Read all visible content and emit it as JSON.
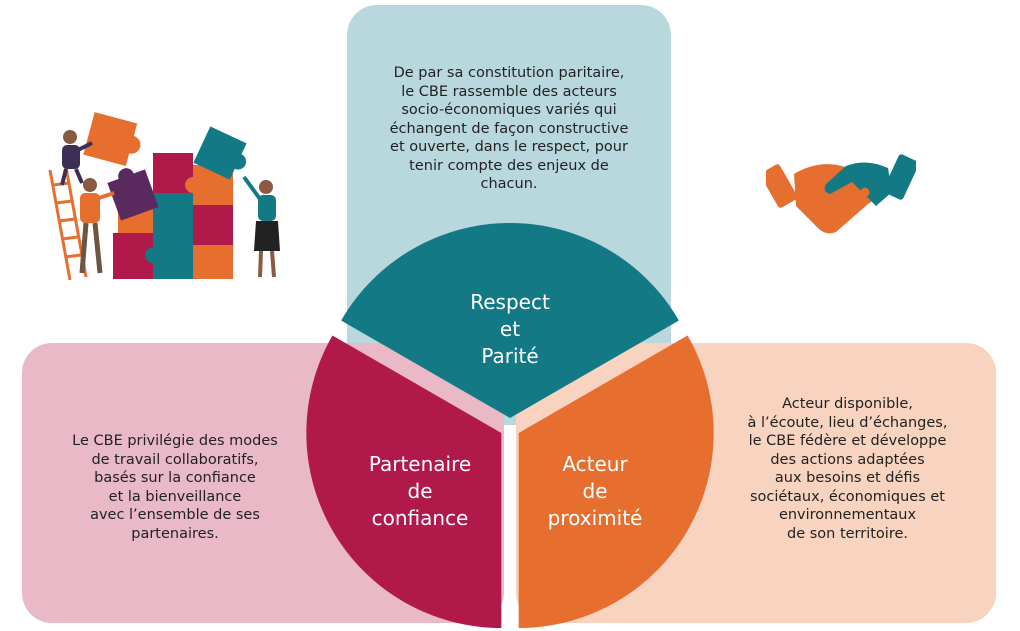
{
  "colors": {
    "teal": "#137a85",
    "crimson": "#b0194a",
    "orange": "#e66f30",
    "panel_top": "#b8d8de",
    "panel_left": "#e9b9c8",
    "panel_right": "#f7d3c0"
  },
  "icons": {
    "left": "puzzle-team-illustration",
    "right": "handshake-icon"
  },
  "segments": {
    "top": {
      "lines": [
        "Respect",
        "et",
        "Parité"
      ]
    },
    "left": {
      "lines": [
        "Partenaire",
        "de",
        "confiance"
      ]
    },
    "right": {
      "lines": [
        "Acteur",
        "de",
        "proximité"
      ]
    }
  },
  "panels": {
    "top": {
      "lines": [
        "De par sa constitution paritaire,",
        "le CBE rassemble des acteurs",
        "socio-économiques variés qui",
        "échangent de façon constructive",
        "et ouverte, dans le respect, pour",
        "tenir compte des enjeux de",
        "chacun."
      ]
    },
    "left": {
      "lines": [
        "Le CBE privilégie des modes",
        "de travail collaboratifs,",
        "basés sur la confiance",
        "et la bienveillance",
        "avec l’ensemble de ses",
        "partenaires."
      ]
    },
    "right": {
      "lines": [
        "Acteur disponible,",
        "à l’écoute, lieu d’échanges,",
        "le CBE fédère et développe",
        "des actions adaptées",
        "aux besoins et défis",
        "sociétaux, économiques et",
        "environnementaux",
        "de son territoire."
      ]
    }
  }
}
